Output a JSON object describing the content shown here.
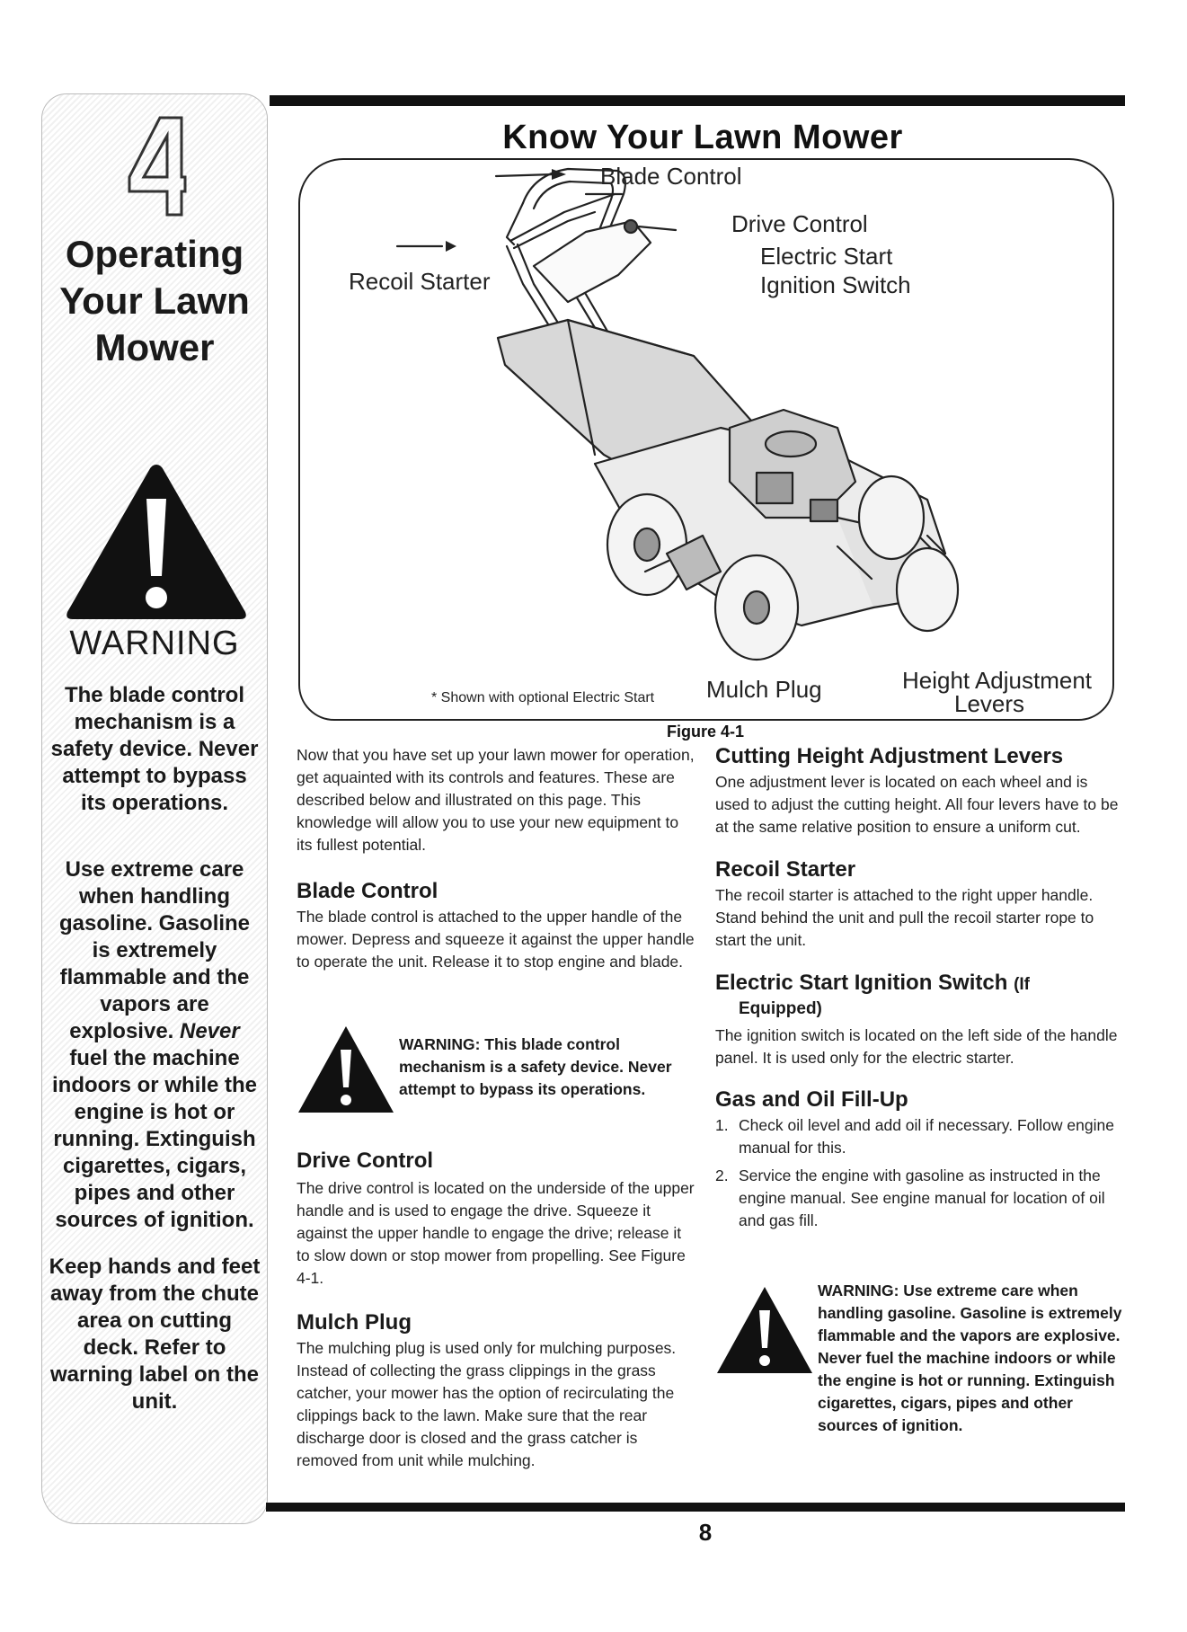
{
  "sidebar": {
    "chapter_number": "4",
    "title_lines": [
      "Operating",
      "Your Lawn",
      "Mower"
    ],
    "warning_word": "WARNING",
    "para1": "The blade control mechanism is a safety device. Never attempt to bypass its operations.",
    "para2_before": "Use extreme care when handling gasoline. Gasoline is extremely flammable and the vapors are explosive. ",
    "para2_em": "Never",
    "para2_after": " fuel the machine indoors or while the engine is hot or running. Extinguish cigarettes, cigars, pipes and other sources of ignition.",
    "para3": "Keep hands and feet away from the chute area on cutting deck. Refer to warning label on the unit."
  },
  "figure": {
    "title": "Know Your Lawn Mower",
    "labels": {
      "blade_control": "Blade Control",
      "drive_control": "Drive Control",
      "electric_start_1": "Electric Start",
      "electric_start_2": "Ignition Switch",
      "recoil_starter": "Recoil Starter",
      "mulch_plug": "Mulch Plug",
      "height_adj_1": "Height Adjustment",
      "height_adj_2": "Levers"
    },
    "footnote": "* Shown with optional Electric Start",
    "caption": "Figure 4-1"
  },
  "left_col": {
    "intro": "Now that you have set up your lawn mower for operation, get aquainted with its controls and features. These are described below and illustrated on this page. This knowledge will allow you to use your new equipment to its fullest potential.",
    "blade_heading": "Blade Control",
    "blade_text": "The blade control is attached to the upper handle of the mower. Depress and squeeze it against the upper handle to operate the unit. Release it to stop engine and blade.",
    "blade_warning": "WARNING: This blade control mechanism is a safety device. Never attempt to bypass its operations.",
    "drive_heading": "Drive Control",
    "drive_text": "The drive control is located on the underside of the upper handle and is used to engage the drive. Squeeze it against the upper handle to engage the drive; release it to slow down or stop mower from propelling. See Figure 4-1.",
    "mulch_heading": "Mulch Plug",
    "mulch_text": "The mulching plug is used only for mulching purposes. Instead of collecting the grass clippings in the grass catcher, your mower has the option of recirculating the clippings back to the lawn. Make sure that the rear discharge door is closed and the grass catcher is removed from unit while mulching."
  },
  "right_col": {
    "cutting_heading": "Cutting Height Adjustment Levers",
    "cutting_text": "One adjustment lever is located on each wheel and is used to adjust the cutting height. All four levers have to be at the same relative position to ensure a uniform cut.",
    "recoil_heading": "Recoil Starter",
    "recoil_text": "The recoil starter is attached to the right upper handle. Stand behind the unit and pull the recoil starter rope to start the unit.",
    "electric_heading": "Electric Start Ignition Switch",
    "electric_heading_small": "(If",
    "electric_heading_line2": "Equipped)",
    "electric_text": "The ignition switch is located on the left side of the handle panel. It is used only for the electric starter.",
    "gas_heading": "Gas and Oil Fill-Up",
    "gas_steps": [
      {
        "num": "1.",
        "text": "Check oil level and add oil if necessary. Follow engine manual for this."
      },
      {
        "num": "2.",
        "text": "Service the engine with gasoline as instructed in the engine manual.  See engine manual for location of oil and gas fill."
      }
    ],
    "gas_warning": "WARNING: Use extreme care when handling gasoline. Gasoline is extremely flammable and the vapors are explosive. Never fuel the machine indoors or while the engine is hot or running. Extinguish cigarettes, cigars, pipes and other sources of ignition."
  },
  "page_number": "8"
}
